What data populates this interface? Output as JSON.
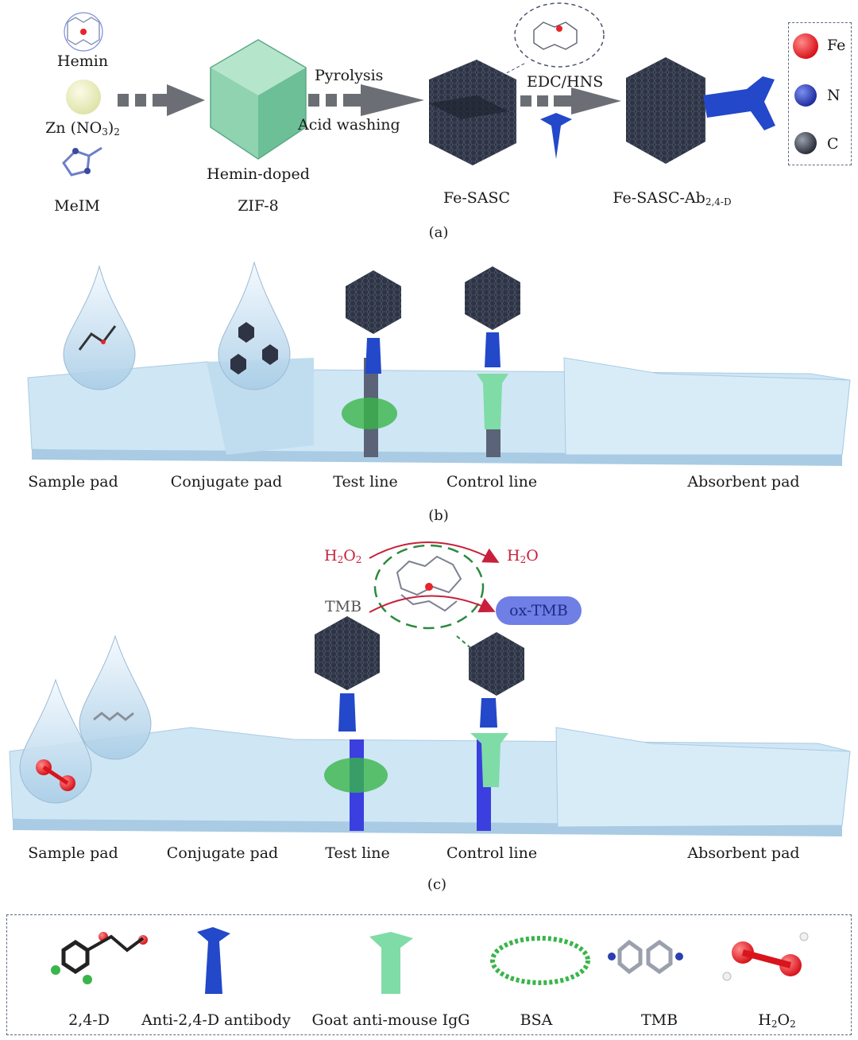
{
  "panel_a": {
    "hemin": "Hemin",
    "zn_main": "Zn (NO",
    "zn_sub1": "3",
    "zn_close": ")",
    "zn_sub2": "2",
    "meim": "MeIM",
    "pyrolysis": "Pyrolysis",
    "acid_washing": "Acid washing",
    "edc_hns": "EDC/HNS",
    "hemin_doped": "Hemin-doped",
    "zif8": "ZIF-8",
    "fe_sasc": "Fe-SASC",
    "fe_sasc_ab_main": "Fe-SASC-Ab",
    "fe_sasc_ab_sub": "2,4-D",
    "caption": "(a)",
    "legend": [
      {
        "label": "Fe",
        "color": "#e8242a"
      },
      {
        "label": "N",
        "color": "#2c3fb0"
      },
      {
        "label": "C",
        "color": "#3b4150"
      }
    ]
  },
  "panel_b": {
    "sample_pad": "Sample pad",
    "conjugate_pad": "Conjugate pad",
    "test_line": "Test line",
    "control_line": "Control line",
    "absorbent_pad": "Absorbent pad",
    "caption": "(b)"
  },
  "panel_c": {
    "h2o2_main": "H",
    "h2o2_sub1": "2",
    "h2o2_mid": "O",
    "h2o2_sub2": "2",
    "h2o_main": "H",
    "h2o_sub": "2",
    "h2o_end": "O",
    "tmb": "TMB",
    "ox_tmb": "ox-TMB",
    "sample_pad": "Sample pad",
    "conjugate_pad": "Conjugate pad",
    "test_line": "Test line",
    "control_line": "Control line",
    "absorbent_pad": "Absorbent pad",
    "caption": "(c)"
  },
  "bottom_legend": {
    "d24": "2,4-D",
    "antibody": "Anti-2,4-D antibody",
    "goat": "Goat anti-mouse IgG",
    "bsa": "BSA",
    "tmb": "TMB",
    "h2o2_main": "H",
    "h2o2_sub1": "2",
    "h2o2_mid": "O",
    "h2o2_sub2": "2"
  },
  "colors": {
    "strip": "#cfe6f5",
    "strip_edge": "#a9cbe3",
    "antibody": "#2348c9",
    "goat_igg": "#7fdca6",
    "bsa": "#39b54a",
    "fe": "#e8242a",
    "nanocube": "#2e3443",
    "ox_tmb_line": "#3b3fe0",
    "red_arrow": "#c8203c",
    "green_dash": "#2b8a3e"
  }
}
